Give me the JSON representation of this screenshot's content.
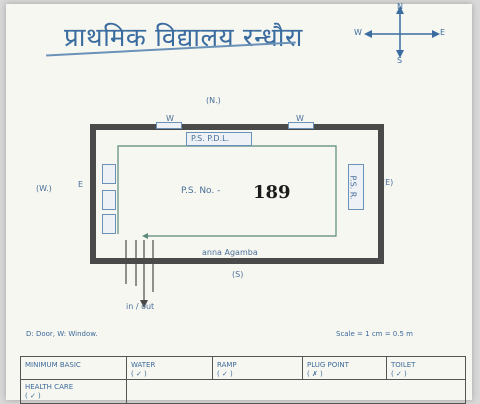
{
  "title": "प्राथमिक विद्यालय रन्धौरा",
  "compass": {
    "n": "N",
    "s": "S",
    "e": "E",
    "w": "W"
  },
  "map": {
    "north_label": "(N.)",
    "south_label": "(S)",
    "east_label": "(E)",
    "west_label": "(W.)",
    "top_window_left": "W",
    "top_window_right": "W",
    "top_room_label": "P.S. P.D.L.",
    "center_label": "P.S. No. -",
    "polling_number": "189",
    "bottom_room_label": "anna Agamba",
    "right_room_label": "P.S. R.",
    "left_label_e": "E",
    "in_label": "in",
    "out_label": "in / out"
  },
  "footer": {
    "door_window_note": "D: Door, W: Window.",
    "scale_note": "Scale = 1 cm = 0.5 m"
  },
  "facilities_table": {
    "row1": [
      {
        "label": "MINIMUM BASIC",
        "value": ""
      },
      {
        "label": "WATER",
        "value": "( ✓ )"
      },
      {
        "label": "RAMP",
        "value": "( ✓ )"
      },
      {
        "label": "PLUG POINT",
        "value": "( ✗ )"
      },
      {
        "label": "TOILET",
        "value": "( ✓ )"
      }
    ],
    "row2": [
      {
        "label": "HEALTH CARE",
        "value": "( ✓ )"
      }
    ]
  }
}
